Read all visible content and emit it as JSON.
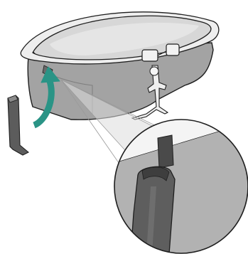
{
  "illustration": {
    "subject": "bassinet-carrycot",
    "step_arrow_color": "#2a9486",
    "body_color": "#a3a3a3",
    "fabric_color": "#d7d7d7",
    "rim_color": "#eeeeee",
    "bracket_color": "#5c5c5c",
    "outline_color": "#1e1e1e",
    "icons": [
      "bassinet",
      "curved-arrow",
      "side-bracket",
      "magnifier-callout",
      "handle-clip"
    ]
  }
}
